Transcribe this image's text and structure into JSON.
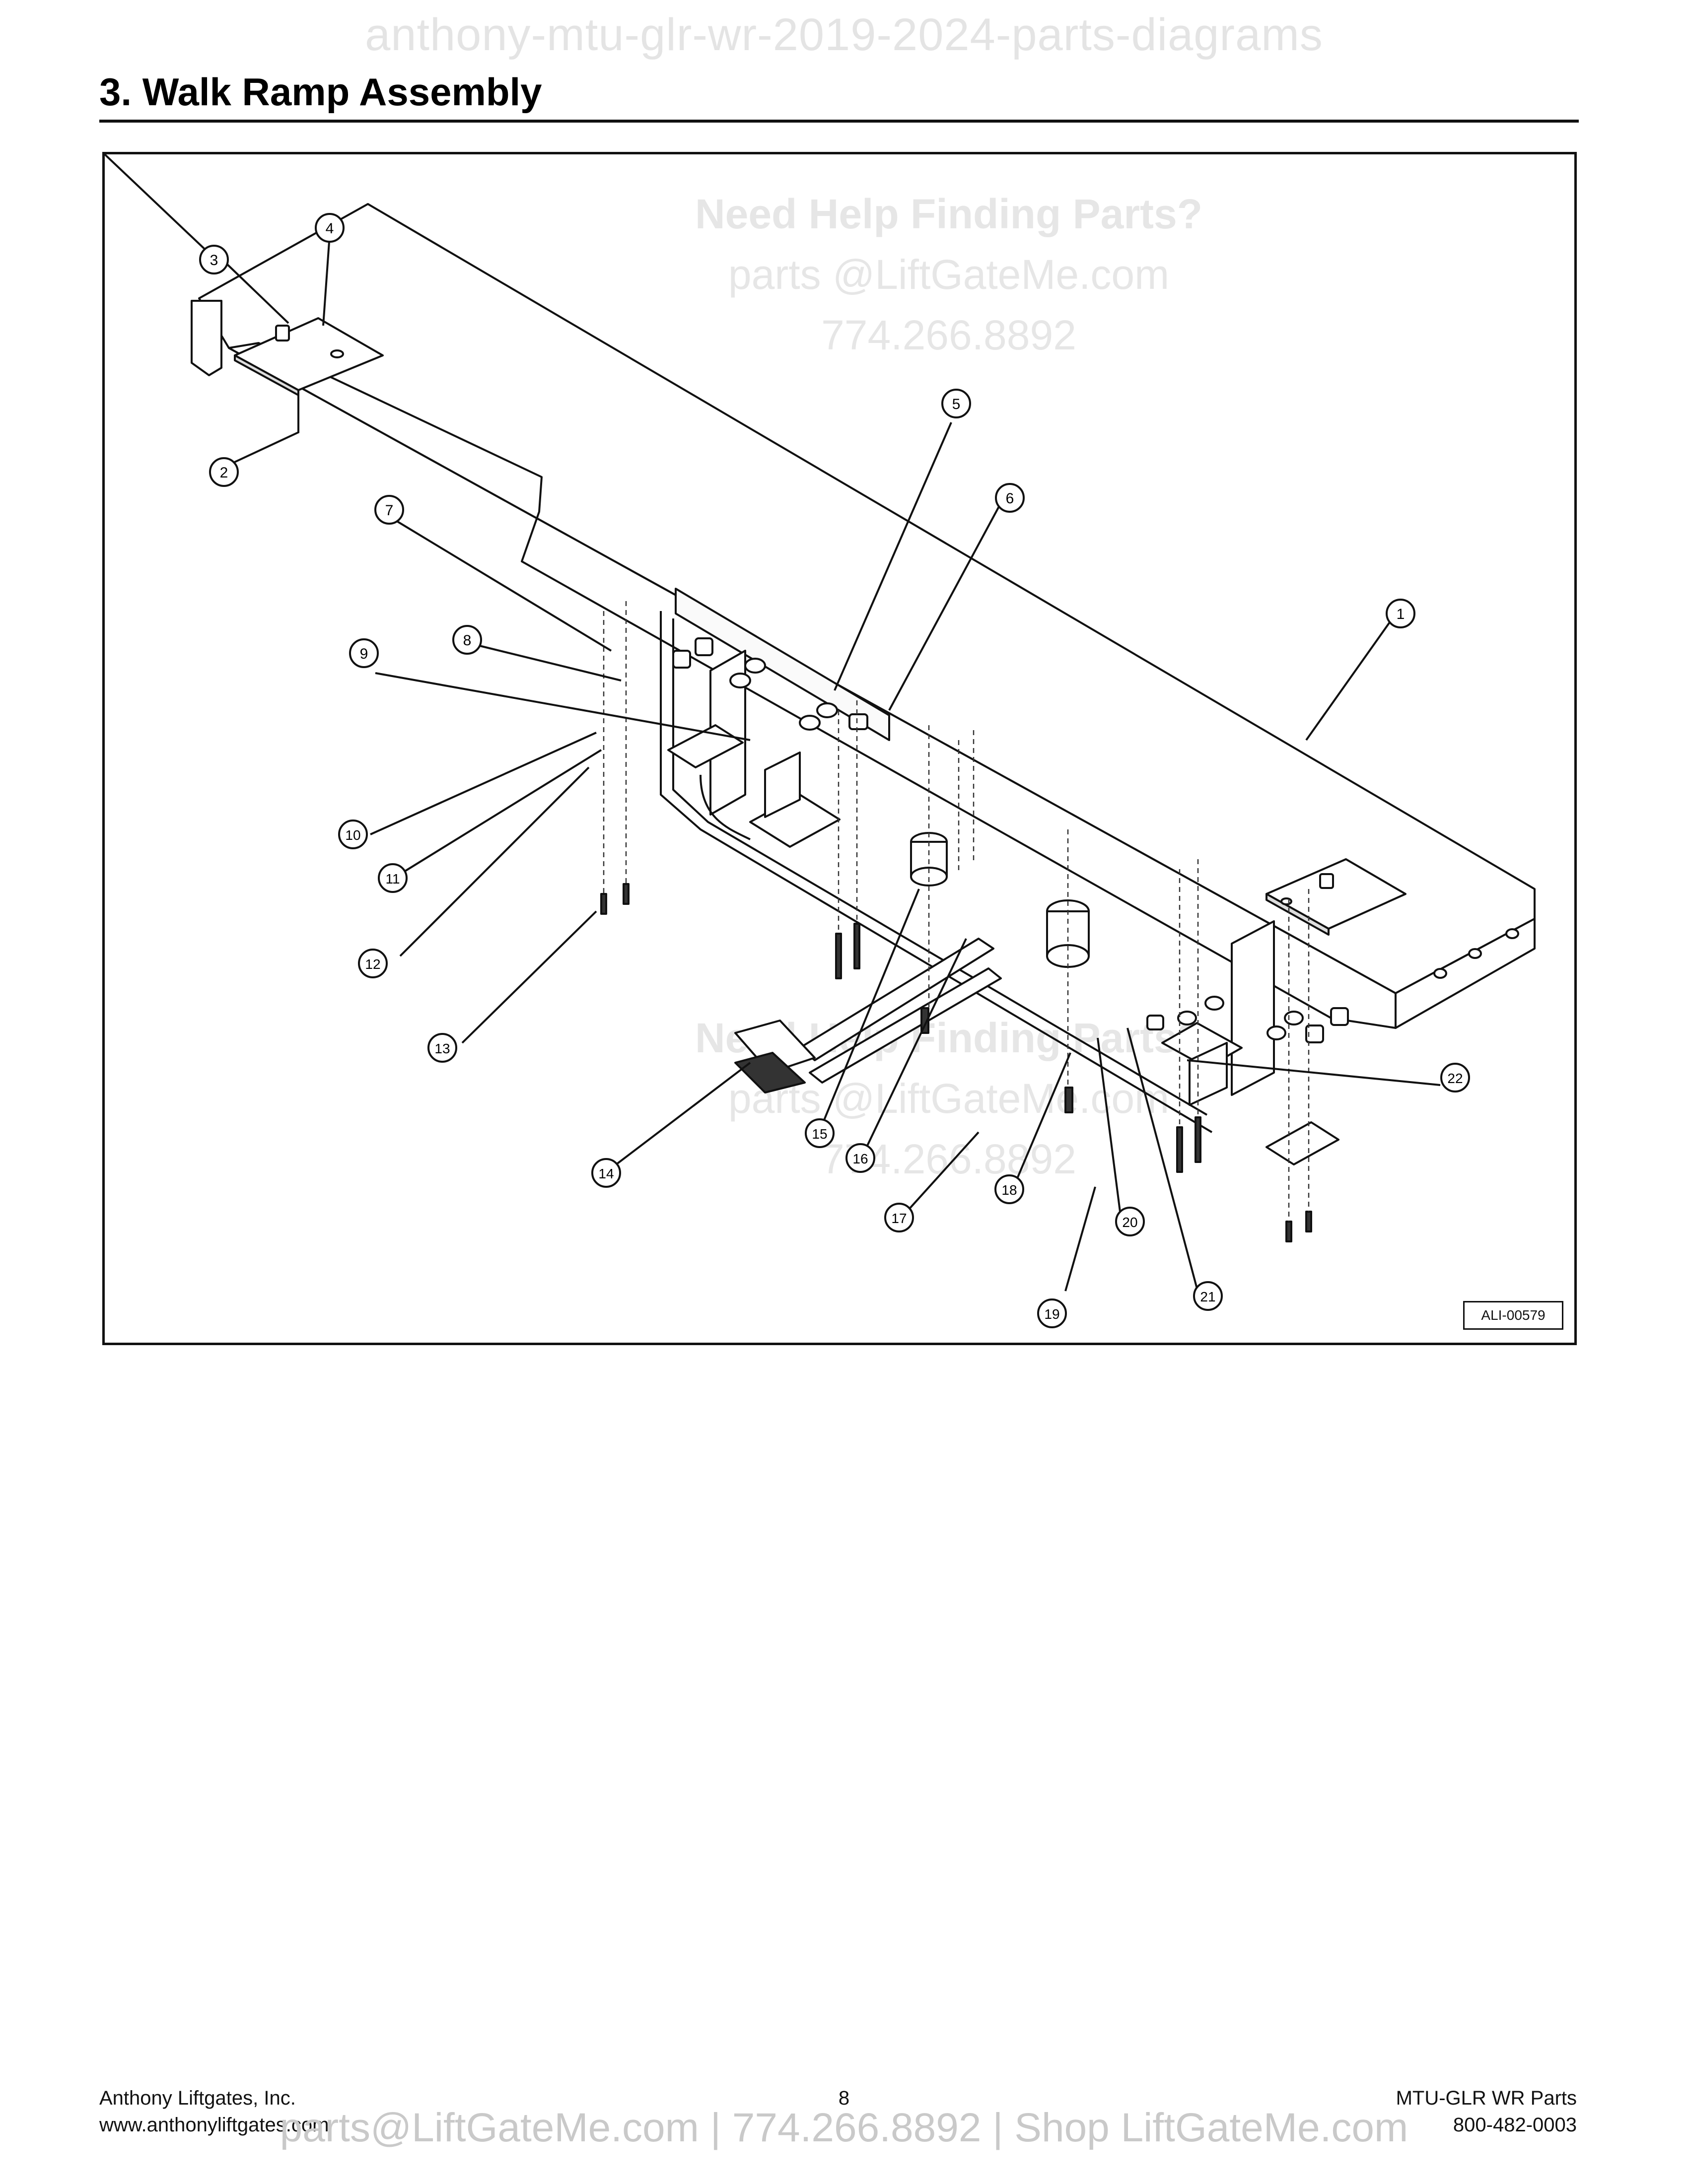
{
  "watermarks": {
    "top_url": "anthony-mtu-glr-wr-2019-2024-parts-diagrams",
    "help_line1": "Need Help Finding Parts?",
    "help_line2": "parts @LiftGateMe.com",
    "help_line3": "774.266.8892",
    "bottom_line": "parts@LiftGateMe.com | 774.266.8892 | Shop LiftGateMe.com"
  },
  "section": {
    "title": "3.   Walk Ramp Assembly"
  },
  "diagram": {
    "reference_code": "ALI-00579",
    "callouts": [
      "1",
      "2",
      "3",
      "4",
      "5",
      "6",
      "7",
      "8",
      "9",
      "10",
      "11",
      "12",
      "13",
      "14",
      "15",
      "16",
      "17",
      "18",
      "19",
      "20",
      "21",
      "22"
    ]
  },
  "footer": {
    "company": "Anthony Liftgates, Inc.",
    "website": "www.anthonyliftgates.com",
    "page_number": "8",
    "doc_title": "MTU-GLR WR Parts",
    "phone": "800-482-0003"
  }
}
